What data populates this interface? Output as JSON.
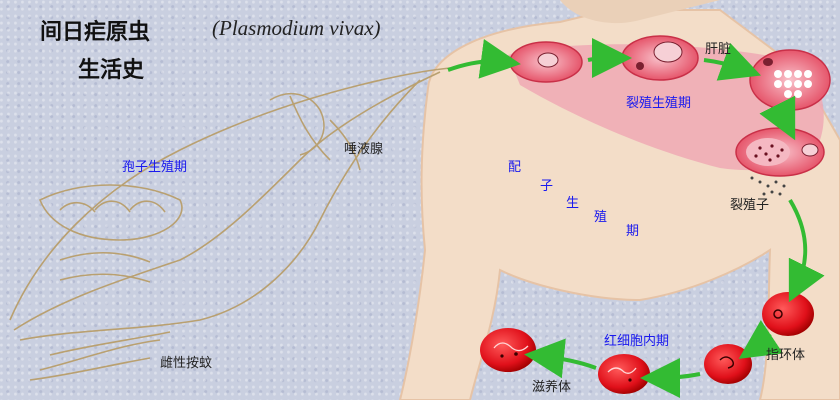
{
  "title": {
    "chinese": "间日疟原虫",
    "latin": "(Plasmodium vivax)",
    "subtitle": "生活史"
  },
  "labels": {
    "liver": "肝脏",
    "salivary_gland": "唾液腺",
    "sporogony": "孢子生殖期",
    "schizogony": "裂殖生殖期",
    "gametogony": [
      "配",
      "子",
      "生",
      "殖",
      "期"
    ],
    "merozoite": "裂殖子",
    "ring_form": "指环体",
    "erythrocytic_stage": "红细胞内期",
    "trophozoite": "滋养体",
    "female_mosquito": "雌性按蚊"
  },
  "colors": {
    "background": "#c9cfe0",
    "body": "#f3ddc8",
    "liver": "#eea9b4",
    "cell": "#e24058",
    "rbc": "#e0101a",
    "arrow": "#33bb33",
    "label_blue": "#1a1aee",
    "mosquito_line": "#b9a070"
  }
}
